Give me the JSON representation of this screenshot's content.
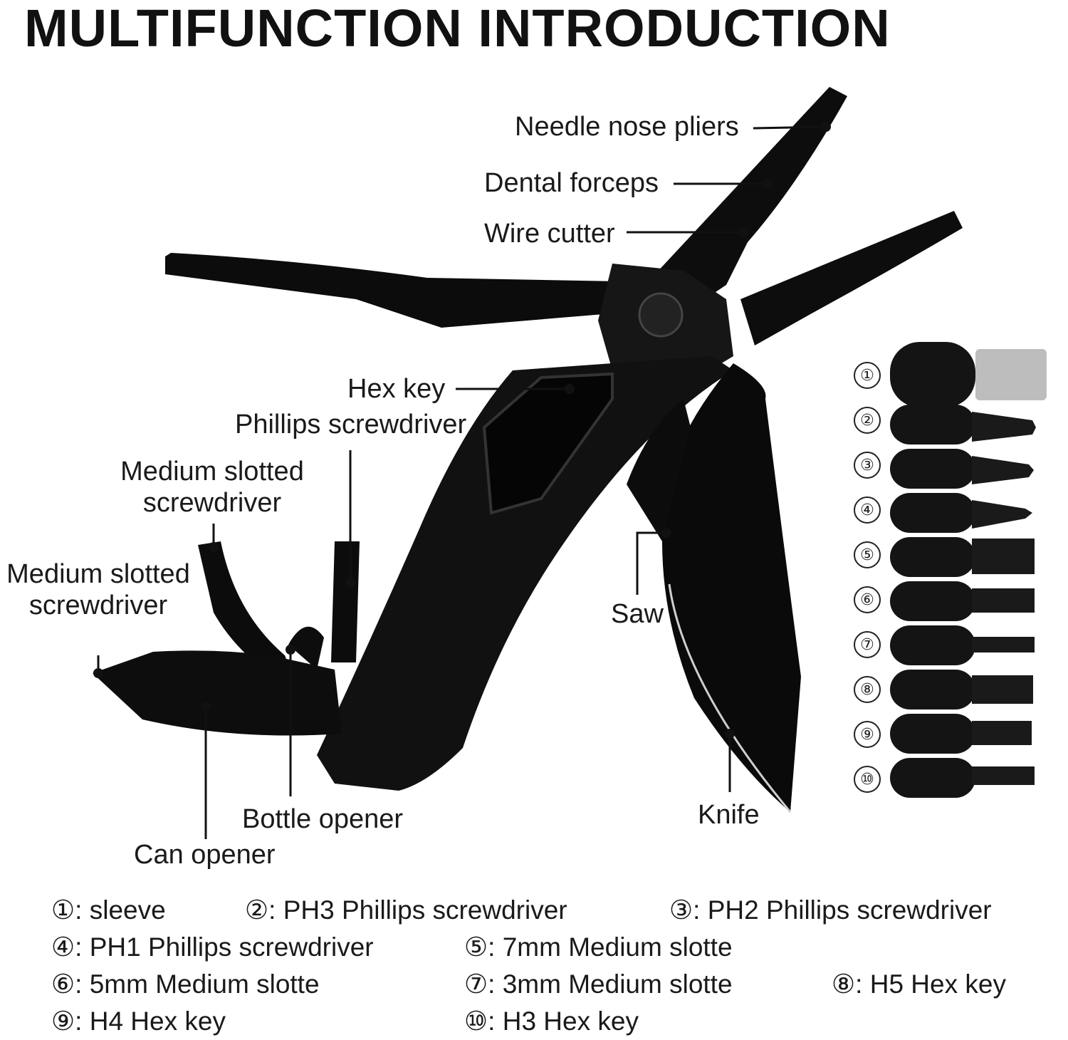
{
  "title": "MULTIFUNCTION INTRODUCTION",
  "labels": {
    "needle_nose_pliers": "Needle nose pliers",
    "dental_forceps": "Dental forceps",
    "wire_cutter": "Wire cutter",
    "hex_key": "Hex key",
    "phillips_screwdriver": "Phillips screwdriver",
    "medium_slotted_1_line1": "Medium slotted",
    "medium_slotted_1_line2": "screwdriver",
    "medium_slotted_2_line1": "Medium slotted",
    "medium_slotted_2_line2": "screwdriver",
    "saw": "Saw",
    "bottle_opener": "Bottle opener",
    "can_opener": "Can opener",
    "knife": "Knife"
  },
  "bits": [
    "①",
    "②",
    "③",
    "④",
    "⑤",
    "⑥",
    "⑦",
    "⑧",
    "⑨",
    "⑩"
  ],
  "legend": [
    "①: sleeve",
    "②: PH3 Phillips screwdriver",
    "③: PH2 Phillips screwdriver",
    "④: PH1 Phillips screwdriver",
    "⑤: 7mm Medium slotte",
    "⑥: 5mm Medium slotte",
    "⑦: 3mm Medium slotte",
    "⑧: H5 Hex key",
    "⑨: H4 Hex key",
    "⑩: H3 Hex key"
  ]
}
